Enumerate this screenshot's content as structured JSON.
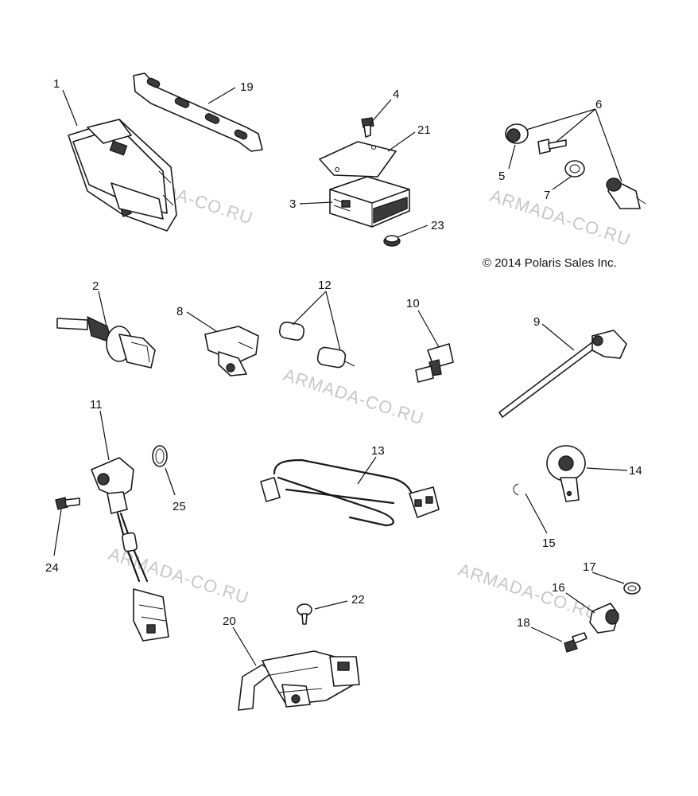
{
  "watermark": "ARMADA-CO.RU",
  "copyright": "© 2014 Polaris Sales Inc.",
  "callouts": [
    "1",
    "2",
    "3",
    "4",
    "5",
    "6",
    "7",
    "8",
    "9",
    "10",
    "11",
    "12",
    "13",
    "14",
    "15",
    "16",
    "17",
    "18",
    "19",
    "20",
    "21",
    "22",
    "23",
    "24",
    "25"
  ]
}
